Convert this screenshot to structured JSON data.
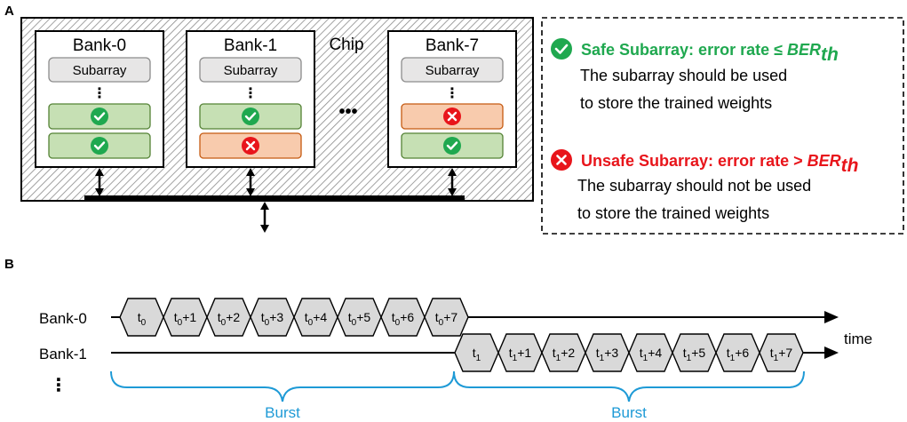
{
  "panel_a": {
    "label": "A",
    "chip_label": "Chip",
    "ellipsis_between_banks": "•••",
    "banks": [
      {
        "name": "Bank-0",
        "subarray_label": "Subarray",
        "ellipsis": "⋮",
        "rows": [
          "safe",
          "safe"
        ]
      },
      {
        "name": "Bank-1",
        "subarray_label": "Subarray",
        "ellipsis": "⋮",
        "rows": [
          "safe",
          "unsafe"
        ]
      },
      {
        "name": "Bank-7",
        "subarray_label": "Subarray",
        "ellipsis": "⋮",
        "rows": [
          "unsafe",
          "safe"
        ]
      }
    ],
    "legend": {
      "safe": {
        "title": "Safe Subarray: error rate ≤ ",
        "threshold": "BER",
        "threshold_sub": "th",
        "line1": "The subarray should be used",
        "line2": "to store the trained weights"
      },
      "unsafe": {
        "title": "Unsafe Subarray: error rate > ",
        "threshold": "BER",
        "threshold_sub": "th",
        "line1": "The subarray should not be used",
        "line2": "to store the trained weights"
      }
    }
  },
  "panel_b": {
    "label": "B",
    "time_label": "time",
    "row_ellipsis": "⋮",
    "banks": [
      {
        "name": "Bank-0",
        "base": "t",
        "sub": "0",
        "slots": [
          "",
          "+1",
          "+2",
          "+3",
          "+4",
          "+5",
          "+6",
          "+7"
        ]
      },
      {
        "name": "Bank-1",
        "base": "t",
        "sub": "1",
        "slots": [
          "",
          "+1",
          "+2",
          "+3",
          "+4",
          "+5",
          "+6",
          "+7"
        ]
      }
    ],
    "bursts": [
      "Burst",
      "Burst"
    ]
  },
  "colors": {
    "safe_fill": "#c6e0b4",
    "safe_stroke": "#548235",
    "unsafe_fill": "#f8cbad",
    "unsafe_stroke": "#c55a11",
    "safe_icon": "#1fa84f",
    "unsafe_icon": "#e8151b",
    "safe_text": "#1fa84f",
    "unsafe_text": "#e8151b",
    "subarray_fill": "#e7e6e6",
    "hex_fill": "#d9d9d9",
    "burst": "#1e9ad6"
  }
}
